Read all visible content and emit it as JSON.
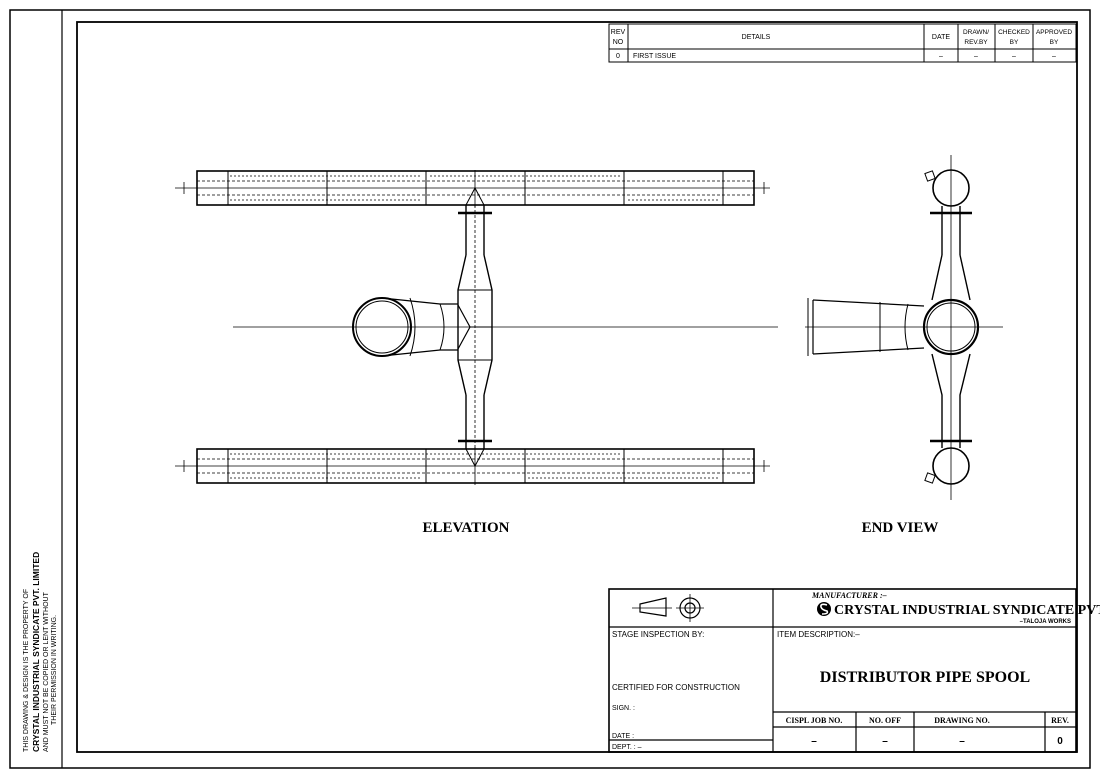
{
  "side_note": {
    "line1": "THIS DRAWING & DESIGN IS THE PROPERTY OF",
    "line2": "CRYSTAL INDUSTRIAL SYNDICATE PVT. LIMITED",
    "line3": "AND MUST NOT BE COPIED OR LENT WITHOUT",
    "line4": "THEIR PERMISSION IN WRITING."
  },
  "revision_table": {
    "headers": {
      "rev_no_1": "REV",
      "rev_no_2": "NO",
      "details": "DETAILS",
      "date": "DATE",
      "drawn_1": "DRAWN/",
      "drawn_2": "REV.BY",
      "checked_1": "CHECKED",
      "checked_2": "BY",
      "approved_1": "APPROVED",
      "approved_2": "BY"
    },
    "rows": [
      {
        "rev": "0",
        "details": "FIRST ISSUE",
        "date": "–",
        "drawn": "–",
        "checked": "–",
        "approved": "–"
      }
    ]
  },
  "views": {
    "elevation": "ELEVATION",
    "end_view": "END VIEW"
  },
  "title_block": {
    "manufacturer_label": "MANUFACTURER :–",
    "company": "CRYSTAL INDUSTRIAL SYNDICATE PVT. LTD",
    "works": "–TALOJA WORKS",
    "stage_inspection": "STAGE INSPECTION BY:",
    "item_description_label": "ITEM DESCRIPTION:–",
    "item_description": "DISTRIBUTOR PIPE SPOOL",
    "certified": "CERTIFIED FOR CONSTRUCTION",
    "sign": "SIGN. :",
    "date": "DATE :",
    "dept": "DEPT. : –",
    "job_no_label": "CISPL JOB NO.",
    "no_off_label": "NO. OFF",
    "drawing_no_label": "DRAWING NO.",
    "rev_label": "REV.",
    "job_no": "–",
    "no_off": "–",
    "drawing_no": "–",
    "rev": "0"
  }
}
